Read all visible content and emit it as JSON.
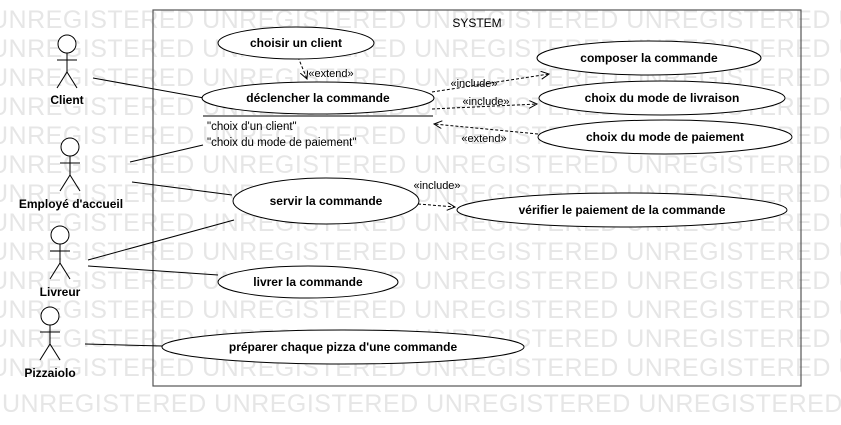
{
  "watermark": "UNREGISTERED",
  "system": {
    "title": "SYSTEM"
  },
  "actors": {
    "client": "Client",
    "employe": "Employé d'accueil",
    "livreur": "Livreur",
    "pizzaiolo": "Pizzaiolo"
  },
  "use_cases": {
    "choisir_client": "choisir un client",
    "declencher": "déclencher la commande",
    "composer": "composer la commande",
    "choix_livraison": "choix du mode de livraison",
    "choix_paiement": "choix du mode de paiement",
    "servir": "servir la commande",
    "verifier": "vérifier le paiement de la commande",
    "livrer": "livrer la commande",
    "preparer": "préparer chaque pizza d'une commande"
  },
  "stereotypes": {
    "extend": "«extend»",
    "include": "«include»"
  },
  "extension_points": [
    "\"choix d'un client\"",
    "\"choix du mode de paiement\""
  ]
}
